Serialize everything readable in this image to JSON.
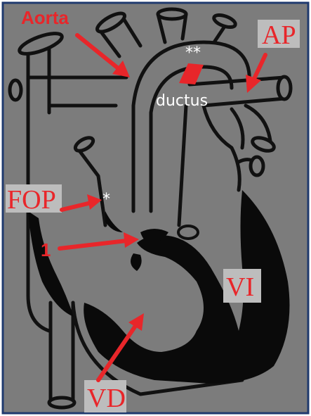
{
  "figure": {
    "labels": {
      "aorta": "Aorta",
      "ap": "AP",
      "ductus": "ductus",
      "double_star": "**",
      "fop": "FOP",
      "single_star": "*",
      "one": "1",
      "vi": "VI",
      "vd": "VD"
    },
    "colors": {
      "background": "#7c7c7c",
      "frame": "#1f3a6e",
      "label_box": "#bdbdbd",
      "label_red": "#e8262a",
      "ink": "#111111"
    }
  }
}
